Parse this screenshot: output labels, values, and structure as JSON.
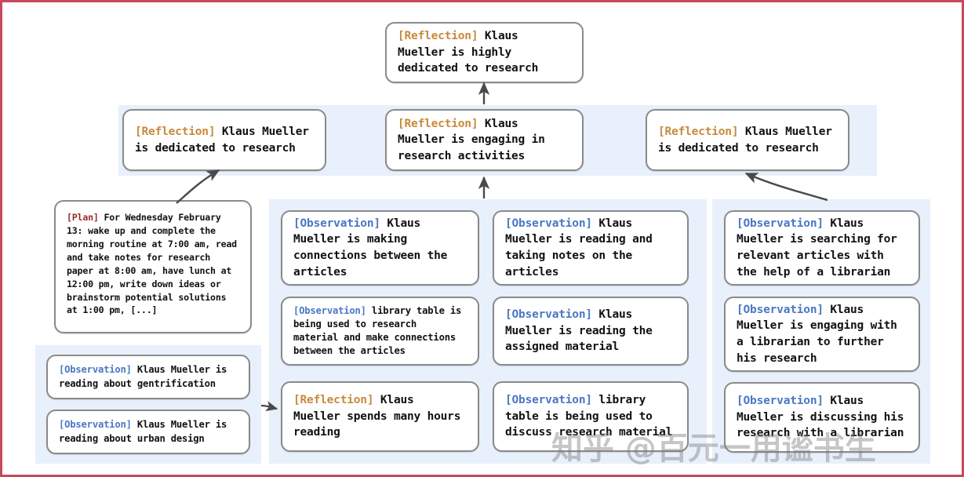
{
  "figure": {
    "frame_color": "#c8495c",
    "panel_color": "#e8f0fb",
    "node_border_color": "#8a8a8a",
    "tag_colors": {
      "reflection": "#c88a3c",
      "observation": "#4a77c4",
      "plan": "#9b2b2b"
    }
  },
  "watermark": {
    "text": "知乎 @百元一用谧书生"
  },
  "tags": {
    "reflection": "[Reflection]",
    "observation": "[Observation]",
    "plan": "[Plan]"
  },
  "nodes": {
    "root_reflection": {
      "tag": "[Reflection]",
      "text": " Klaus Mueller is highly dedicated to research"
    },
    "row2_left": {
      "tag": "[Reflection]",
      "text": " Klaus Mueller is dedicated to research"
    },
    "row2_mid": {
      "tag": "[Reflection]",
      "text": " Klaus Mueller is engaging in research activities"
    },
    "row2_right": {
      "tag": "[Reflection]",
      "text": " Klaus Mueller is dedicated to research"
    },
    "plan_box": {
      "tag": "[Plan]",
      "text": " For Wednesday February 13: wake up and complete the morning routine at 7:00 am, read and take notes for research paper at 8:00 am, have lunch at 12:00 pm, write down ideas or brainstorm potential solutions at 1:00 pm, [...]"
    },
    "left_obs_1": {
      "tag": "[Observation]",
      "text": " Klaus Mueller is reading about gentrification"
    },
    "left_obs_2": {
      "tag": "[Observation]",
      "text": " Klaus Mueller is reading about urban design"
    },
    "col1_obs_1": {
      "tag": "[Observation]",
      "text": " Klaus Mueller is making connections between the articles"
    },
    "col1_obs_2": {
      "tag": "[Observation]",
      "text": " library table is being used to research material and make connections between the articles"
    },
    "col1_reflection": {
      "tag": "[Reflection]",
      "text": " Klaus Mueller spends many hours reading"
    },
    "col2_obs_1": {
      "tag": "[Observation]",
      "text": " Klaus Mueller is reading and taking notes on the articles"
    },
    "col2_obs_2": {
      "tag": "[Observation]",
      "text": " Klaus Mueller is reading the assigned material"
    },
    "col2_obs_3": {
      "tag": "[Observation]",
      "text": " library table is being used to discuss research material"
    },
    "col3_obs_1": {
      "tag": "[Observation]",
      "text": " Klaus Mueller is searching for relevant articles with the help of a librarian"
    },
    "col3_obs_2": {
      "tag": "[Observation]",
      "text": " Klaus Mueller is engaging with a librarian to further his research"
    },
    "col3_obs_3": {
      "tag": "[Observation]",
      "text": " Klaus Mueller is discussing his research with a librarian"
    }
  }
}
